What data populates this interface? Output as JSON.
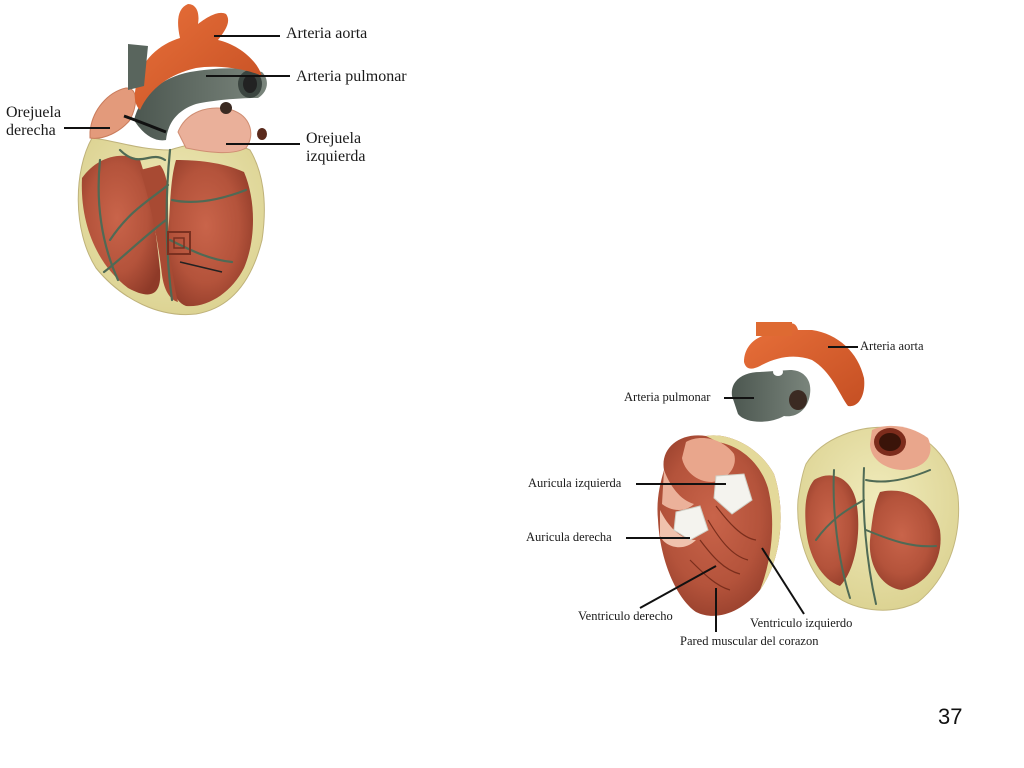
{
  "figure1": {
    "labels": {
      "aorta": "Arteria aorta",
      "pulmonar": "Arteria pulmonar",
      "orejuela_derecha": "Orejuela\nderecha",
      "orejuela_izquierda": "Orejuela\nizquierda"
    }
  },
  "figure2": {
    "labels": {
      "aorta": "Arteria aorta",
      "pulmonar": "Arteria pulmonar",
      "auricula_izquierda": "Auricula izquierda",
      "auricula_derecha": "Auricula derecha",
      "ventriculo_derecho": "Ventriculo derecho",
      "ventriculo_izquierdo": "Ventriculo izquierdo",
      "pared_muscular": "Pared muscular del corazon"
    }
  },
  "page_number": "37",
  "colors": {
    "aorta": "#d9602e",
    "pulmonar": "#5e6b62",
    "muscle": "#b8543c",
    "fat": "#e8e1a6",
    "auricle": "#e9a083",
    "valve": "#f2f2ee"
  }
}
